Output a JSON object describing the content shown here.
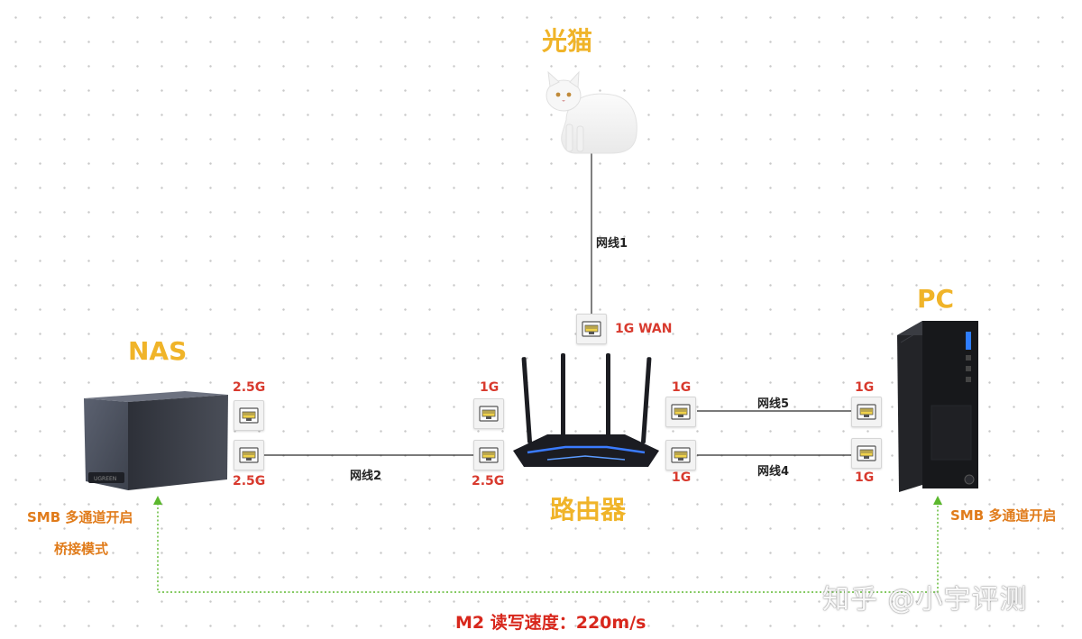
{
  "titles": {
    "modem": "光猫",
    "nas": "NAS",
    "pc": "PC",
    "router": "路由器"
  },
  "ports": {
    "modem_wan": "1G WAN",
    "nas_top": "2.5G",
    "nas_bottom": "2.5G",
    "router_left_top": "1G",
    "router_left_bottom": "2.5G",
    "router_right_top": "1G",
    "router_right_bottom": "1G",
    "pc_top": "1G",
    "pc_bottom": "1G"
  },
  "cables": {
    "c1": "网线1",
    "c2": "网线2",
    "c4": "网线4",
    "c5": "网线5"
  },
  "notes": {
    "nas_smb": "SMB 多通道开启",
    "nas_bridge": "桥接模式",
    "pc_smb": "SMB 多通道开启",
    "speed": "M2 读写速度：220m/s"
  },
  "watermark": "知乎 @小宇评测",
  "colors": {
    "title": "#f0b429",
    "port_label": "#d83a2e",
    "note": "#e07b1a",
    "speed_note": "#d8271c",
    "green_link": "#5cb82e",
    "wire": "#2b2b2b"
  },
  "icons": {
    "modem": "cat-image",
    "nas": "nas-device-image",
    "router": "router-image",
    "pc": "pc-tower-image",
    "port": "ethernet-port-icon"
  }
}
